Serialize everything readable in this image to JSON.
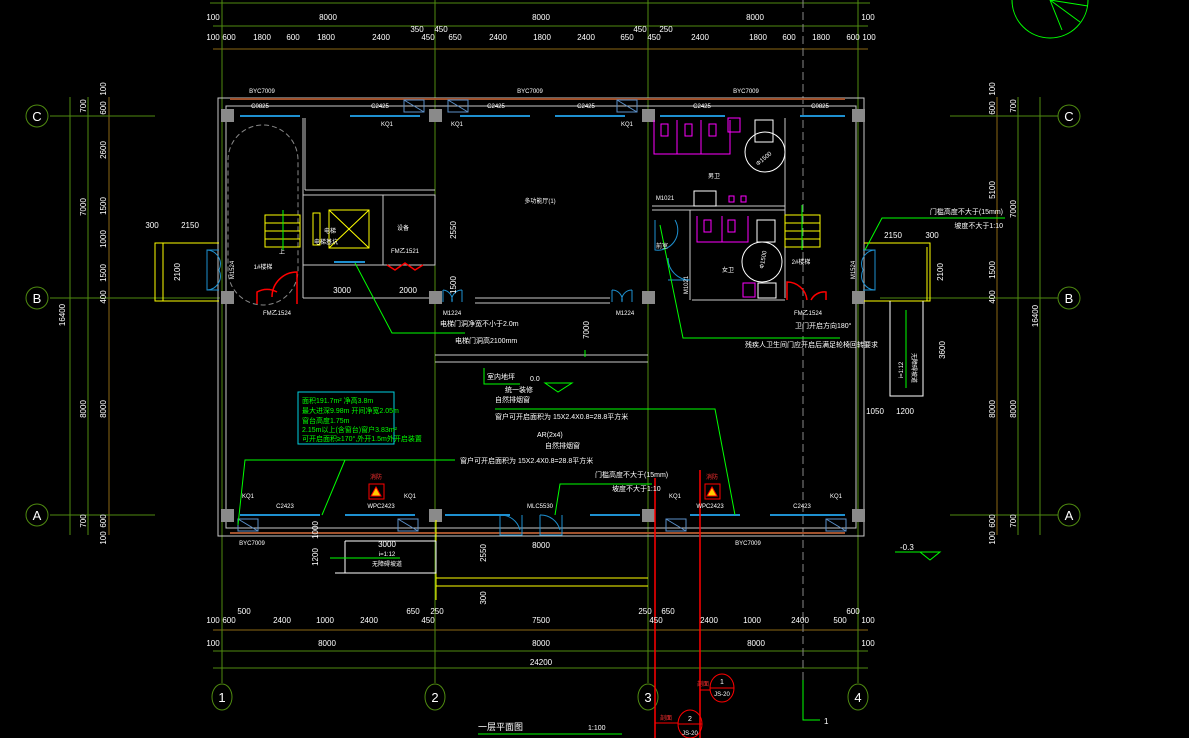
{
  "drawing": {
    "title": "一层平面图",
    "scale": "1:100",
    "level_mark": "-0.3",
    "match_line_label": "1"
  },
  "grid_axes": {
    "columns": [
      "1",
      "2",
      "3",
      "4"
    ],
    "rows": [
      "C",
      "B",
      "A"
    ]
  },
  "dimensions": {
    "top_overall": [
      "100",
      "8000",
      "8000",
      "8000",
      "100"
    ],
    "top_detail": [
      "100",
      "600",
      "1800",
      "600",
      "1800",
      "2400",
      "350",
      "450",
      "450",
      "650",
      "2400",
      "1800",
      "2400",
      "650",
      "450",
      "450",
      "250",
      "2400",
      "1800",
      "600",
      "1800",
      "600",
      "100"
    ],
    "bottom_detail": [
      "100",
      "600",
      "500",
      "2400",
      "1000",
      "2400",
      "650",
      "450",
      "250",
      "7500",
      "250",
      "450",
      "650",
      "2400",
      "1000",
      "2400",
      "500",
      "600",
      "100"
    ],
    "bottom_overall": [
      "100",
      "8000",
      "8000",
      "8000",
      "100"
    ],
    "bottom_total": "24200",
    "left_detail": [
      "100",
      "600",
      "2600",
      "1500",
      "1000",
      "1500",
      "400",
      "8000",
      "600",
      "100"
    ],
    "left_axis": [
      "700",
      "7000",
      "8000",
      "700"
    ],
    "left_total": "16400",
    "right_detail": [
      "100",
      "600",
      "5100",
      "1500",
      "400",
      "8000",
      "600",
      "100"
    ],
    "right_axis": [
      "700",
      "7000",
      "8000",
      "700"
    ],
    "right_total": "16400",
    "misc": {
      "left_porch_300": "300",
      "left_porch_2150": "2150",
      "left_porch_depth": "2100",
      "right_porch_2150": "2150",
      "right_porch_300": "300",
      "right_porch_depth": "2100",
      "ramp_length": "3600",
      "ramp_1050": "1050",
      "ramp_1200": "1200",
      "elev_3000": "3000",
      "elev_2000": "2000",
      "lobby_2550": "2550",
      "lobby_1500": "1500",
      "corridor_7000": "7000",
      "entry_8000": "8000",
      "entry_2550": "2550",
      "entry_300": "300",
      "front_ramp_3000": "3000",
      "front_ramp_1200": "1200",
      "front_ramp_1000": "1000",
      "toilet_d1": "Φ1500",
      "toilet_d2": "Φ1500"
    }
  },
  "openings": {
    "top": [
      "BYC7009",
      "C0825",
      "C2425",
      "BYC7009",
      "C2425",
      "C2425",
      "BYC7009",
      "C2425",
      "C0825"
    ],
    "bottom": [
      "KQ1",
      "C2423",
      "BYC7009",
      "KQ1",
      "WPC2423",
      "MLC5530",
      "WPC2423",
      "KQ1",
      "C2423",
      "KQ1",
      "BYC7009"
    ],
    "kq_top": [
      "KQ1",
      "KQ1",
      "KQ1"
    ],
    "doors": [
      "FM乙1524",
      "FM乙1521",
      "M1224",
      "M1224",
      "M1021",
      "M1021",
      "FM乙1524",
      "M1524",
      "M1524"
    ]
  },
  "rooms": {
    "hall": "多功能厅(1)",
    "elevator": "电梯",
    "elevator_pit": "电梯基坑",
    "machine": "设备",
    "stair1": "1#楼梯",
    "stair2": "2#楼梯",
    "toilet_m": "男卫",
    "toilet_f": "女卫",
    "front": "前室",
    "up": "上"
  },
  "notes": {
    "elevator_note1": "电梯门洞净宽不小于2.0m",
    "elevator_note2": "电梯门洞高2100mm",
    "level_label": "室内地坪",
    "level_value": "0.0",
    "floor1": "统一装修",
    "floor2": "自然排烟窗",
    "smoke1": "窗户可开启面积为 15X2.4X0.8=28.8平方米",
    "smoke_a": "AR(2x4)",
    "smoke2": "自然排烟窗",
    "smoke3": "窗户可开启面积为 15X2.4X0.8=28.8平方米",
    "ramp_note1": "门槛高度不大于(15mm)",
    "ramp_note2": "坡度不大于1:10",
    "right_ramp_note1": "门槛高度不大于(15mm)",
    "right_ramp_note2": "坡度不大于1:10",
    "door_note1": "卫门开启方向180°",
    "door_note2": "残疾人卫生间门应开启后满足轮椅回转要求",
    "ramp_slope": "i=1:12",
    "ramp_word": "无障碍坡道",
    "front_ramp_slope": "i=1:12",
    "front_ramp_word": "无障碍坡道",
    "warn1": "消防",
    "warn2": "消防"
  },
  "info_box": [
    "面积191.7m²      净高3.8m",
    "最大进深9.98m  开间净宽2.05m",
    "窗台高度1.75m",
    "2.15m以上(含窗台)窗户3.83m²",
    "可开启面积≥170°,外开1.5m外开启装置"
  ],
  "section_marks": [
    {
      "number": "1",
      "sheet": "JS-20",
      "tag": "剖面"
    },
    {
      "number": "2",
      "sheet": "JS-20",
      "tag": "剖面"
    }
  ],
  "colors": {
    "grid": "#4f8a10",
    "dim2": "#8b6914",
    "wall": "#c8c8c8",
    "column": "#8a8a8a",
    "window": "#1e90d0",
    "stair": "#ffff00",
    "fixture": "#ff00ff",
    "fire": "#ff0000",
    "leader": "#00ff00"
  }
}
